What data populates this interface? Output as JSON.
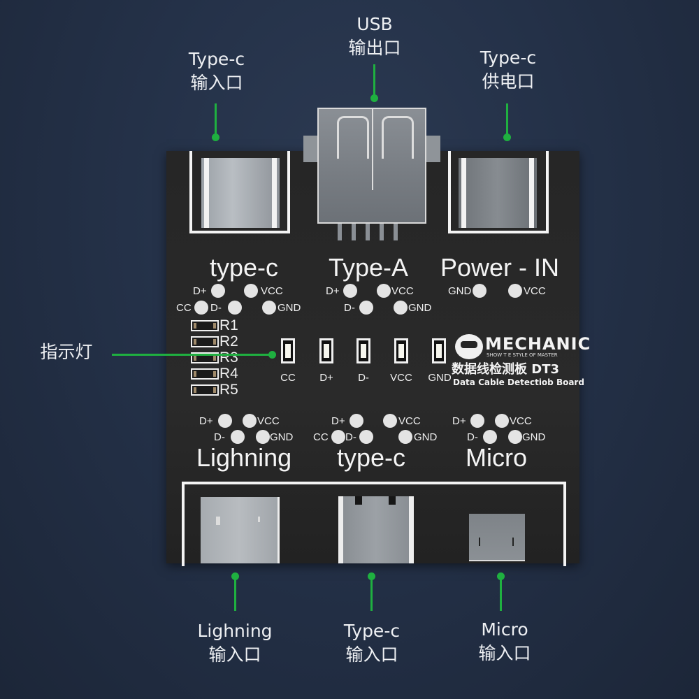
{
  "callouts": {
    "top_left": {
      "line1": "Type-c",
      "line2": "输入口"
    },
    "top_center": {
      "line1": "USB",
      "line2": "输出口"
    },
    "top_right": {
      "line1": "Type-c",
      "line2": "供电口"
    },
    "left": {
      "line1": "指示灯"
    },
    "bottom_left": {
      "line1": "Lighning",
      "line2": "输入口"
    },
    "bottom_center": {
      "line1": "Type-c",
      "line2": "输入口"
    },
    "bottom_right": {
      "line1": "Micro",
      "line2": "输入口"
    }
  },
  "board": {
    "top_sections": [
      {
        "title": "type-c",
        "pins": [
          "D+",
          "VCC",
          "CC",
          "D-",
          "GND"
        ]
      },
      {
        "title": "Type-A",
        "pins": [
          "D+",
          "VCC",
          "D-",
          "GND"
        ]
      },
      {
        "title": "Power - IN",
        "pins": [
          "GND",
          "VCC"
        ]
      }
    ],
    "resistors": [
      "R1",
      "R2",
      "R3",
      "R4",
      "R5"
    ],
    "leds": [
      "CC",
      "D+",
      "D-",
      "VCC",
      "GND"
    ],
    "brand": {
      "name": "MECHANIC",
      "slogan": "SHOW T E STYLE OF MASTER",
      "product_cn": "数据线检测板",
      "model": "DT3",
      "product_en": "Data Cable Detectiob Board"
    },
    "bottom_sections": [
      {
        "title": "Lighning",
        "pins": [
          "D+",
          "VCC",
          "D-",
          "GND"
        ]
      },
      {
        "title": "type-c",
        "pins": [
          "D+",
          "VCC",
          "CC",
          "D-",
          "GND"
        ]
      },
      {
        "title": "Micro",
        "pins": [
          "D+",
          "VCC",
          "D-",
          "GND"
        ]
      }
    ]
  },
  "colors": {
    "accent_green": "#1fb040",
    "background": "#243148",
    "board": "#262626"
  }
}
